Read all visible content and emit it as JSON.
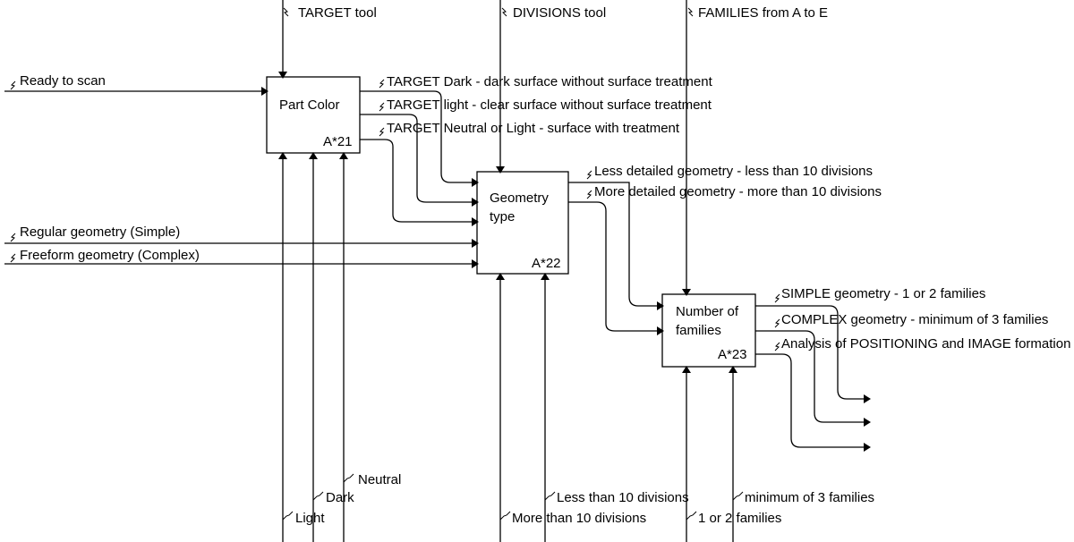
{
  "boxes": {
    "part_color": {
      "title": "Part Color",
      "code": "A*21"
    },
    "geometry_type": {
      "title_line1": "Geometry",
      "title_line2": "type",
      "code": "A*22"
    },
    "number_of_families": {
      "title_line1": "Number of",
      "title_line2": "families",
      "code": "A*23"
    }
  },
  "controls": {
    "target_tool": "TARGET tool",
    "divisions_tool": "DIVISIONS tool",
    "families": "FAMILIES from A to E"
  },
  "inputs": {
    "ready_to_scan": "Ready to scan",
    "regular_geometry": "Regular geometry (Simple)",
    "freeform_geometry": "Freeform geometry (Complex)"
  },
  "outputs": {
    "target_dark": "TARGET Dark - dark surface without surface treatment",
    "target_light": "TARGET light - clear surface without surface treatment",
    "target_neutral": "TARGET Neutral or Light - surface with treatment",
    "less_detailed": "Less detailed geometry - less than 10 divisions",
    "more_detailed": "More detailed geometry - more than 10 divisions",
    "simple_geometry": "SIMPLE geometry - 1 or 2 families",
    "complex_geometry": "COMPLEX geometry - minimum of 3 families",
    "analysis": "Analysis of POSITIONING and IMAGE formation"
  },
  "mechanisms": {
    "light": "Light",
    "dark": "Dark",
    "neutral": "Neutral",
    "more_than_10": "More than 10 divisions",
    "less_than_10": "Less than 10 divisions",
    "one_or_two": "1 or 2 families",
    "min_three": "minimum of 3 families"
  }
}
